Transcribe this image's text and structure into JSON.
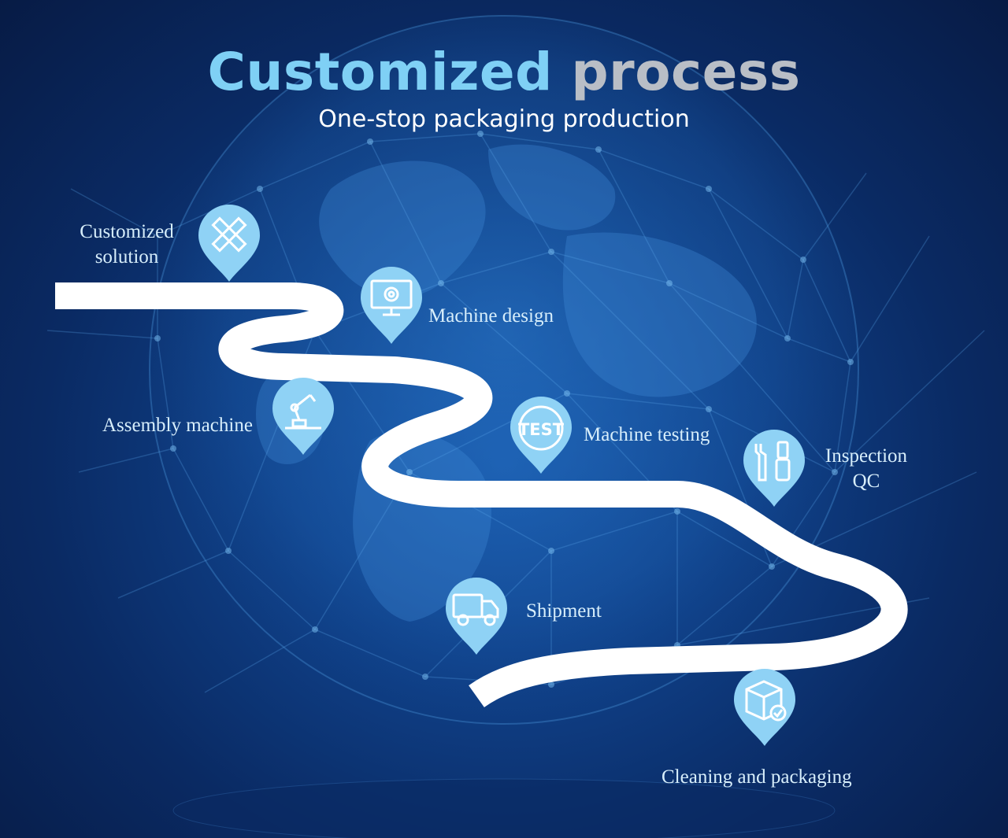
{
  "header": {
    "title_part1": "Customized",
    "title_part2": "process",
    "subtitle": "One-stop packaging production"
  },
  "colors": {
    "pin_fill": "#8fd2f5",
    "title_accent": "#7fd0f5",
    "title_grey": "#b9bec6",
    "road": "#ffffff",
    "label": "#d7eefb"
  },
  "steps": [
    {
      "line1": "Customized",
      "line2": "solution",
      "icon": "ruler-pencil-icon"
    },
    {
      "line1": "Machine design",
      "line2": "",
      "icon": "monitor-gear-icon"
    },
    {
      "line1": "Assembly machine",
      "line2": "",
      "icon": "robot-arm-icon"
    },
    {
      "line1": "Machine testing",
      "line2": "",
      "icon": "test-badge-icon",
      "icon_text": "TEST"
    },
    {
      "line1": "Inspection",
      "line2": "QC",
      "icon": "wrench-screwdriver-icon"
    },
    {
      "line1": "Shipment",
      "line2": "",
      "icon": "delivery-truck-icon"
    },
    {
      "line1": "Cleaning and packaging",
      "line2": "",
      "icon": "box-check-icon"
    }
  ]
}
